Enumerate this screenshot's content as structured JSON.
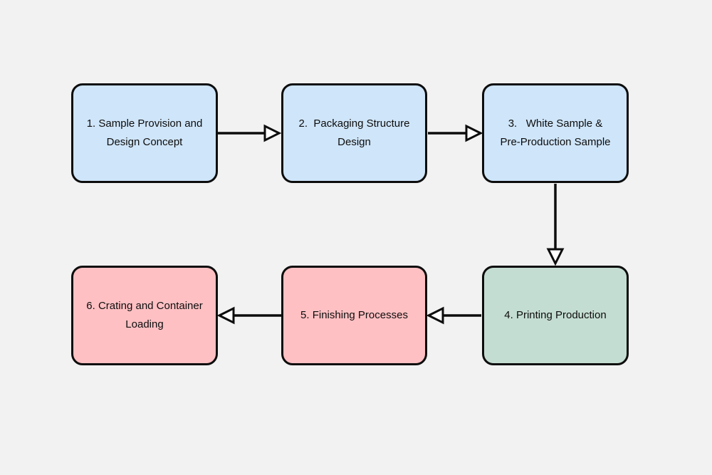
{
  "diagram": {
    "type": "flowchart",
    "background": "#f2f2f2",
    "stroke_color": "#0d0d0d",
    "text_color": "#0d0d0d",
    "arrowhead_style": "hollow-triangle",
    "nodes": [
      {
        "id": "step-1",
        "label": "1. Sample Provision and Design Concept",
        "lines": [
          "1. Sample Provision and",
          "Design Concept"
        ],
        "fill": "#cfe5f9"
      },
      {
        "id": "step-2",
        "label": "2.  Packaging Structure Design",
        "lines": [
          "2.  Packaging Structure",
          "Design"
        ],
        "fill": "#cfe5f9"
      },
      {
        "id": "step-3",
        "label": "3.   White Sample & Pre-Production Sample",
        "lines": [
          "3.   White Sample &",
          "Pre-Production Sample"
        ],
        "fill": "#cfe5f9"
      },
      {
        "id": "step-4",
        "label": "4. Printing Production",
        "lines": [
          "4. Printing Production"
        ],
        "fill": "#c4ddd2"
      },
      {
        "id": "step-5",
        "label": "5. Finishing Processes",
        "lines": [
          "5. Finishing Processes"
        ],
        "fill": "#ffc0c3"
      },
      {
        "id": "step-6",
        "label": "6. Crating and Container Loading",
        "lines": [
          "6. Crating and Container",
          "Loading"
        ],
        "fill": "#ffc0c3"
      }
    ],
    "edges": [
      {
        "from": "step-1",
        "to": "step-2",
        "direction": "right"
      },
      {
        "from": "step-2",
        "to": "step-3",
        "direction": "right"
      },
      {
        "from": "step-3",
        "to": "step-4",
        "direction": "down"
      },
      {
        "from": "step-4",
        "to": "step-5",
        "direction": "left"
      },
      {
        "from": "step-5",
        "to": "step-6",
        "direction": "left"
      }
    ]
  }
}
